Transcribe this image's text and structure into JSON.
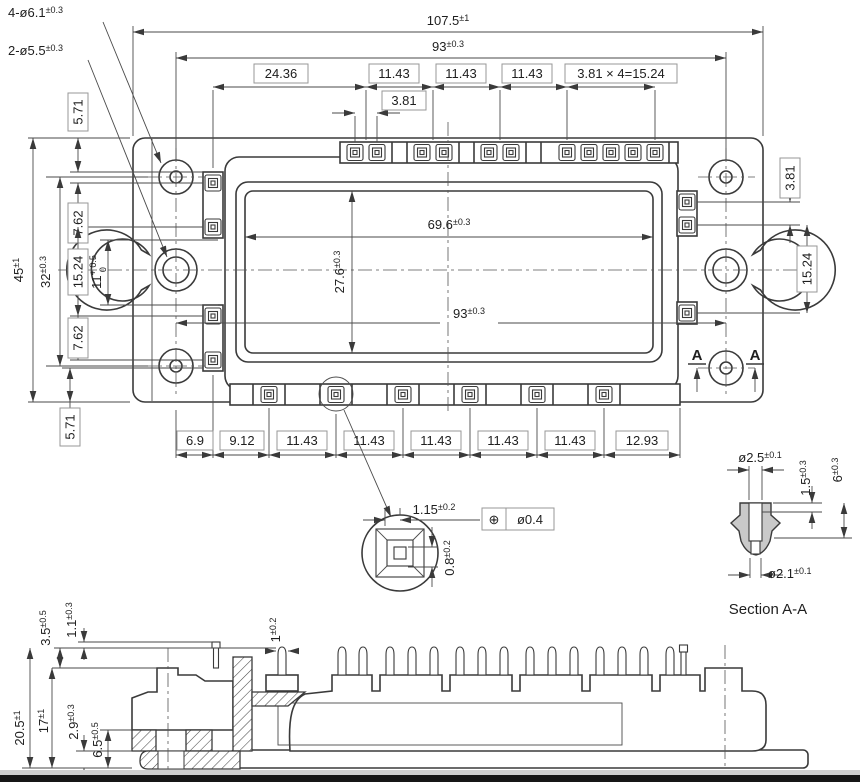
{
  "callouts": {
    "corner_holes": {
      "v": "4-ø6.1",
      "t": "±0.3"
    },
    "clamp_holes": {
      "v": "2-ø5.5",
      "t": "±0.3"
    }
  },
  "top": {
    "overall": {
      "v": "107.5",
      "t": "±1"
    },
    "span": {
      "v": "93",
      "t": "±0.3"
    },
    "boxes": [
      "24.36",
      "11.43",
      "11.43",
      "11.43"
    ],
    "group": "3.81 × 4=15.24",
    "pair": "3.81"
  },
  "left": {
    "height": {
      "v": "45",
      "t": "±1"
    },
    "hole_span": {
      "v": "32",
      "t": "±0.3"
    },
    "edge_top": "5.71",
    "pitch1": "7.62",
    "pitch2": "15.24",
    "pitch3": "7.62",
    "edge_bottom": "5.71",
    "clamp": {
      "v": "11",
      "upper": "+ 0.5",
      "lower": "0"
    }
  },
  "right": {
    "pair": "3.81",
    "pitch": "15.24",
    "section_letter": "A"
  },
  "inner": {
    "window_w": {
      "v": "69.6",
      "t": "±0.3"
    },
    "window_h": {
      "v": "27.6",
      "t": "±0.3"
    },
    "span": {
      "v": "93",
      "t": "±0.3"
    }
  },
  "bottom": {
    "boxes": [
      "6.9",
      "9.12",
      "11.43",
      "11.43",
      "11.43",
      "11.43",
      "11.43",
      "12.93"
    ]
  },
  "pin_detail": {
    "offset": {
      "v": "1.15",
      "t": "±0.2"
    },
    "tol_frame": {
      "sym": "⊕",
      "val": "ø0.4"
    },
    "width": {
      "v": "0.8",
      "t": "±0.2"
    }
  },
  "section": {
    "bore": {
      "v": "ø2.5",
      "t": "±0.1"
    },
    "depth": {
      "v": "1.5",
      "t": "±0.3"
    },
    "length": {
      "v": "6",
      "t": "±0.3"
    },
    "tip": {
      "v": "ø2.1",
      "t": "±0.1"
    },
    "label": "Section A-A"
  },
  "side": {
    "pin_h": {
      "v": "1",
      "t": "±0.2"
    },
    "h1": {
      "v": "3.5",
      "t": "±0.5"
    },
    "h2": {
      "v": "1.1",
      "t": "±0.3"
    },
    "total_h": {
      "v": "20.5",
      "t": "±1"
    },
    "body_h": {
      "v": "17",
      "t": "±1"
    },
    "step": {
      "v": "2.9",
      "t": "±0.3"
    },
    "bush": {
      "v": "6.5",
      "t": "±0.5"
    }
  },
  "colors": {
    "line": "#3a3a3a",
    "box_border": "#979797",
    "fill_grey": "#c9c9c9",
    "band_grey": "#cfcfcf",
    "band_dark": "#161616"
  }
}
